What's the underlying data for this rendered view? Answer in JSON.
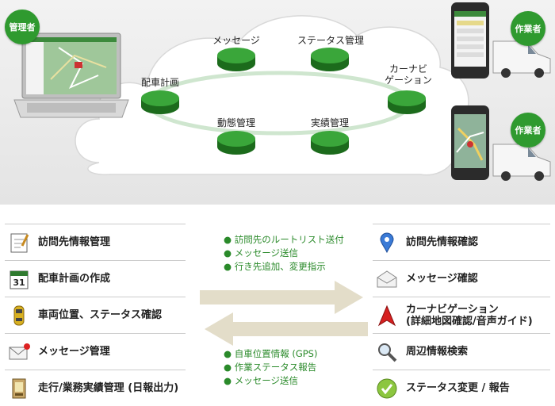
{
  "actors": {
    "admin": "管理者",
    "worker_top": "作業者",
    "worker_bottom": "作業者"
  },
  "nodes": {
    "message": "メッセージ",
    "status": "ステータス管理",
    "dispatch": "配車計画",
    "navi_line1": "カーナビ",
    "navi_line2": "ゲーション",
    "tracking": "動態管理",
    "results": "実績管理"
  },
  "left_list": [
    {
      "label": "訪問先情報管理",
      "icon": "notepad-icon"
    },
    {
      "label": "配車計画の作成",
      "icon": "calendar-icon"
    },
    {
      "label": "車両位置、ステータス確認",
      "icon": "car-icon"
    },
    {
      "label": "メッセージ管理",
      "icon": "envelope-icon"
    },
    {
      "label": "走行/業務実績管理 (日報出力)",
      "icon": "report-icon"
    }
  ],
  "right_list": [
    {
      "label": "訪問先情報確認",
      "icon": "map-pin-icon"
    },
    {
      "label": "メッセージ確認",
      "icon": "envelope-icon"
    },
    {
      "label": "カーナビゲーション",
      "label2": "(詳細地図確認/音声ガイド)",
      "icon": "nav-arrow-icon"
    },
    {
      "label": "周辺情報検索",
      "icon": "magnifier-icon"
    },
    {
      "label": "ステータス変更 / 報告",
      "icon": "check-icon"
    }
  ],
  "to_worker": [
    "● 訪問先のルートリスト送付",
    "● メッセージ送信",
    "● 行き先追加、変更指示"
  ],
  "to_admin": [
    "● 自車位置情報 (GPS)",
    "● 作業ステータス報告",
    "● メッセージ送信"
  ],
  "colors": {
    "accent_green": "#2f9a2f",
    "bullet_green": "#2a8a2a",
    "arrow": "#e3ddc9"
  }
}
